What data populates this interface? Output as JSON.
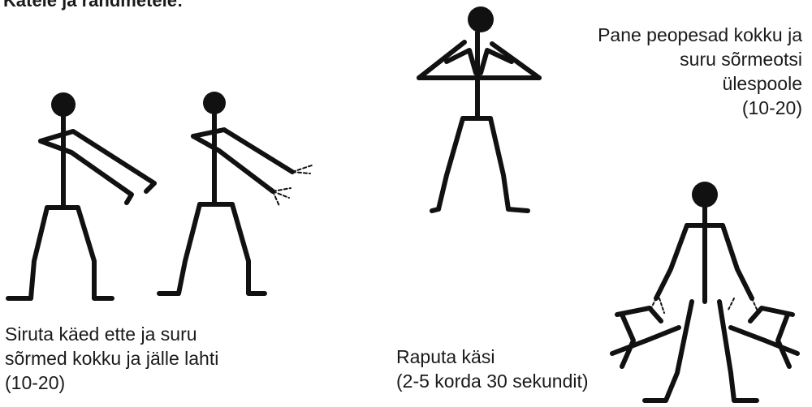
{
  "heading": "Kätele ja randmetele:",
  "captions": {
    "top_right": [
      "Pane peopesad kokku ja",
      "suru sõrmeotsi",
      "ülespoole",
      "(10-20)"
    ],
    "bottom_left": [
      "Siruta käed ette ja suru",
      "sõrmed kokku ja jälle lahti",
      "(10-20)"
    ],
    "bottom_right": [
      "Raputa käsi",
      "(2-5 korda 30 sekundit)"
    ]
  },
  "figures": [
    {
      "name": "figure-arms-forward",
      "pose": "arms forward"
    },
    {
      "name": "figure-fingers-open",
      "pose": "arms forward, fingers spread"
    },
    {
      "name": "figure-palms-together",
      "pose": "palms together"
    },
    {
      "name": "figure-shaking-hands",
      "pose": "shaking hands"
    }
  ],
  "colors": {
    "ink": "#111111",
    "text": "#1a1a1a",
    "background": "#ffffff"
  }
}
